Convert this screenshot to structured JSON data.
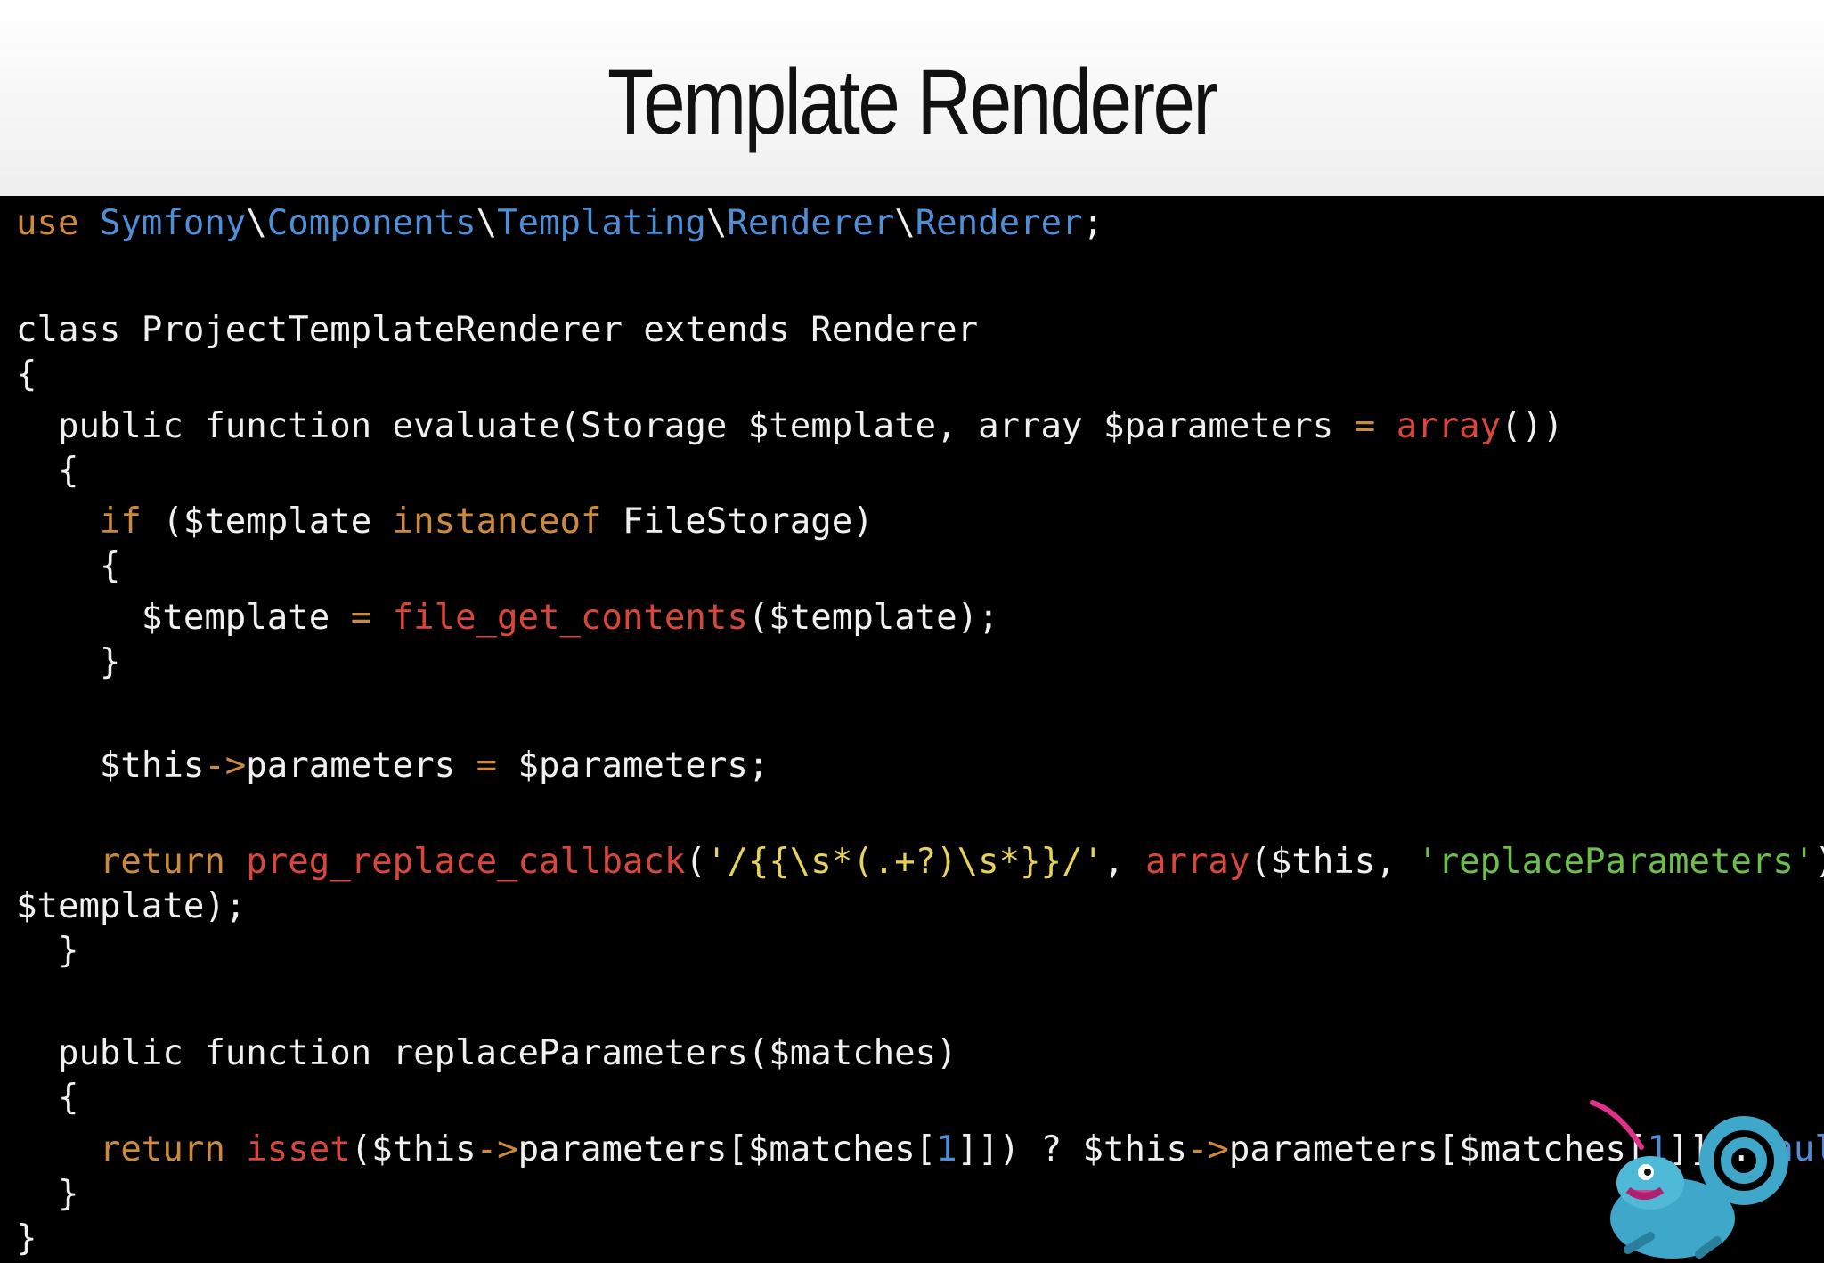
{
  "slide": {
    "title": "Template Renderer"
  },
  "code": {
    "lines": [
      {
        "tokens": [
          {
            "t": "use ",
            "c": "kw"
          },
          {
            "t": "Symfony",
            "c": "ns"
          },
          {
            "t": "\\"
          },
          {
            "t": "Components",
            "c": "ns"
          },
          {
            "t": "\\"
          },
          {
            "t": "Templating",
            "c": "ns"
          },
          {
            "t": "\\"
          },
          {
            "t": "Renderer",
            "c": "ns"
          },
          {
            "t": "\\"
          },
          {
            "t": "Renderer",
            "c": "ns"
          },
          {
            "t": ";"
          }
        ]
      },
      {
        "tokens": []
      },
      {
        "tokens": [
          {
            "t": "class ProjectTemplateRenderer extends Renderer"
          }
        ]
      },
      {
        "tokens": [
          {
            "t": "{"
          }
        ]
      },
      {
        "tokens": [
          {
            "t": "  public function evaluate(Storage $template, array $parameters "
          },
          {
            "t": "=",
            "c": "kw"
          },
          {
            "t": " "
          },
          {
            "t": "array",
            "c": "fn"
          },
          {
            "t": "())"
          }
        ]
      },
      {
        "tokens": [
          {
            "t": "  {"
          }
        ]
      },
      {
        "tokens": [
          {
            "t": "    "
          },
          {
            "t": "if",
            "c": "kw"
          },
          {
            "t": " ($template "
          },
          {
            "t": "instanceof",
            "c": "kw"
          },
          {
            "t": " FileStorage)"
          }
        ]
      },
      {
        "tokens": [
          {
            "t": "    {"
          }
        ]
      },
      {
        "tokens": [
          {
            "t": "      $template "
          },
          {
            "t": "=",
            "c": "kw"
          },
          {
            "t": " "
          },
          {
            "t": "file_get_contents",
            "c": "fn"
          },
          {
            "t": "($template);"
          }
        ]
      },
      {
        "tokens": [
          {
            "t": "    }"
          }
        ]
      },
      {
        "tokens": []
      },
      {
        "tokens": [
          {
            "t": "    $this"
          },
          {
            "t": "->",
            "c": "kw"
          },
          {
            "t": "parameters "
          },
          {
            "t": "=",
            "c": "kw"
          },
          {
            "t": " $parameters;"
          }
        ]
      },
      {
        "tokens": []
      },
      {
        "tokens": [
          {
            "t": "    "
          },
          {
            "t": "return",
            "c": "kw"
          },
          {
            "t": " "
          },
          {
            "t": "preg_replace_callback",
            "c": "fn"
          },
          {
            "t": "("
          },
          {
            "t": "'/{{\\s*(.+?)\\s*}}/'",
            "c": "str"
          },
          {
            "t": ", "
          },
          {
            "t": "array",
            "c": "fn"
          },
          {
            "t": "($this, "
          },
          {
            "t": "'replaceParameters'",
            "c": "str2"
          },
          {
            "t": "),"
          }
        ]
      },
      {
        "tokens": [
          {
            "t": "$template);"
          }
        ]
      },
      {
        "tokens": [
          {
            "t": "  }"
          }
        ]
      },
      {
        "tokens": []
      },
      {
        "tokens": [
          {
            "t": "  public function replaceParameters($matches)"
          }
        ]
      },
      {
        "tokens": [
          {
            "t": "  {"
          }
        ]
      },
      {
        "tokens": [
          {
            "t": "    "
          },
          {
            "t": "return",
            "c": "kw"
          },
          {
            "t": " "
          },
          {
            "t": "isset",
            "c": "fn"
          },
          {
            "t": "($this"
          },
          {
            "t": "->",
            "c": "kw"
          },
          {
            "t": "parameters[$matches["
          },
          {
            "t": "1",
            "c": "num"
          },
          {
            "t": "]]) ? $this"
          },
          {
            "t": "->",
            "c": "kw"
          },
          {
            "t": "parameters[$matches["
          },
          {
            "t": "1",
            "c": "num"
          },
          {
            "t": "]] : "
          },
          {
            "t": "null",
            "c": "ns"
          },
          {
            "t": ";"
          }
        ]
      },
      {
        "tokens": [
          {
            "t": "  }"
          }
        ]
      },
      {
        "tokens": [
          {
            "t": "}"
          }
        ]
      }
    ]
  }
}
